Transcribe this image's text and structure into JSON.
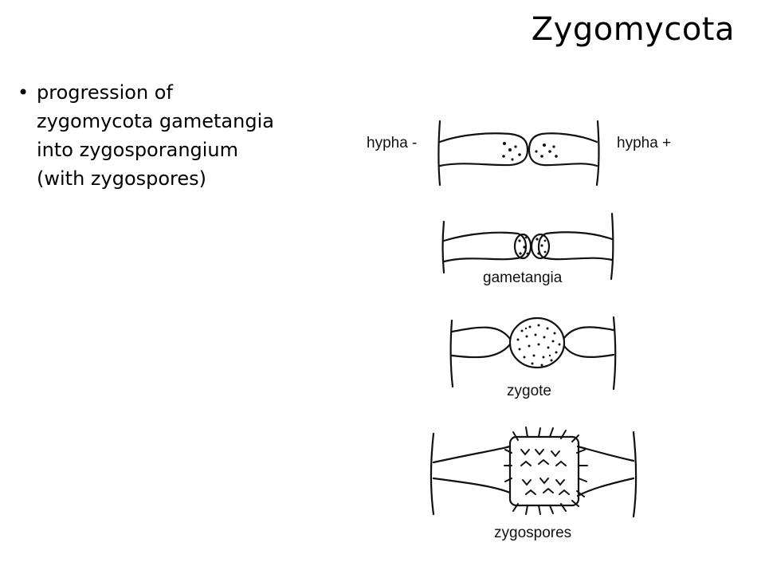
{
  "title": "Zygomycota",
  "bullets": [
    "progression of\nzygomycota gametangia\ninto zygosporangium\n(with zygospores)"
  ],
  "bullet_glyph": "•",
  "figure": {
    "labels": {
      "hypha_minus": "hypha -",
      "hypha_plus": "hypha +",
      "gametangia": "gametangia",
      "zygote": "zygote",
      "zygospores": "zygospores"
    }
  }
}
